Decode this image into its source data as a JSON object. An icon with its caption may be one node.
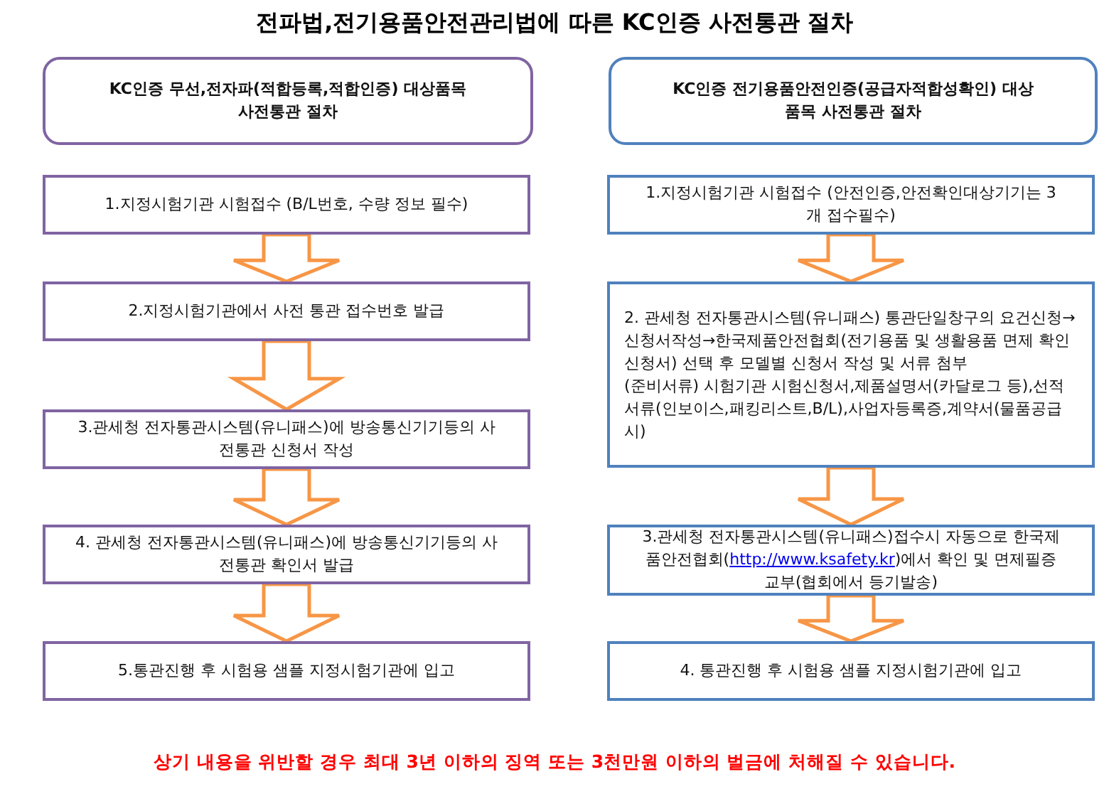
{
  "diagram": {
    "title": "전파법,전기용품안전관리법에 따른 KC인증 사전통관 절차",
    "nodes": [
      {
        "text": [
          "KC인증 무선,전자파(적합등록,적합인증) 대상품목 사전통관 절차"
        ]
      },
      {
        "text": [
          "1.지정시험기관 시험접수 (B/L번호, 수량 정보 필수)"
        ]
      },
      {
        "text": [
          "2.지정시험기관에서 사전 통관 접수번호 발급"
        ]
      },
      {
        "text": [
          "3.관세청 전자통관시스템(유니패스)에 방송통신기기등의 사전통관 신청서 작성"
        ]
      },
      {
        "text": [
          "4. 관세청 전자통관시스템(유니패스)에 방송통신기기등의 사전통관 확인서 발급"
        ]
      },
      {
        "text": [
          "5.통관진행 후 시험용 샘플 지정시험기관에 입고"
        ]
      },
      {
        "text": [
          "KC인증 전기용품안전인증(공급자적합성확인) 대상품목 사전통관 절차"
        ]
      },
      {
        "text": [
          "1.지정시험기관 시험접수 (안전인증,안전확인대상기기는 3개 접수필수)"
        ]
      },
      {
        "text": [
          "2. 관세청 전자통관시스템(유니패스) 통관단일창구의 요건신청→신청서작성→한국제품안전협회(전기용품 및 생활용품 면제 확인신청서) 선택 후 모델별 신청서 작성 및 서류 첨부",
          "(준비서류) 시험기관 시험신청서,제품설명서(카달로그 등),선적서류(인보이스,패킹리스트,B/L),사업자등록증,계약서(물품공급시)"
        ]
      },
      {
        "text": [
          "3.관세청 전자통관시스템(유니패스)접수시 자동으로 한국제품안전협회(http://www.ksafety.kr)에서 확인 및 면제필증 교부(협회에서 등기발송)"
        ]
      },
      {
        "text": [
          "4. 통관진행 후 시험용 샘플 지정시험기관에 입고"
        ]
      }
    ],
    "edges": [
      {
        "from": 1,
        "to": 2,
        "arrow": "to"
      },
      {
        "from": 2,
        "to": 3,
        "arrow": "to"
      },
      {
        "from": 3,
        "to": 4,
        "arrow": "to"
      },
      {
        "from": 4,
        "to": 5,
        "arrow": "to"
      },
      {
        "from": 7,
        "to": 8,
        "arrow": "to"
      },
      {
        "from": 8,
        "to": 9,
        "arrow": "to"
      },
      {
        "from": 9,
        "to": 10,
        "arrow": "to"
      }
    ],
    "labels": [
      "상기 내용을 위반할 경우 최대 3년 이하의 징역 또는 3천만원 이하의 벌금에 처해질 수 있습니다."
    ]
  }
}
